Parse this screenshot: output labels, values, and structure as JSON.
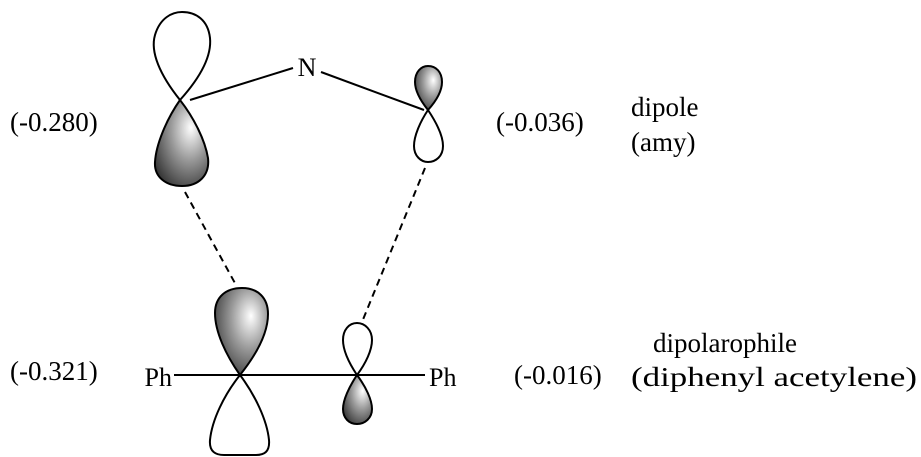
{
  "dipole": {
    "atom_center": "N",
    "left_coefficient": "(-0.280)",
    "right_coefficient": "(-0.036)",
    "title_line1": "dipole",
    "title_line2": "(amy)"
  },
  "dipolarophile": {
    "left_substituent": "Ph",
    "right_substituent": "Ph",
    "left_coefficient": "(-0.321)",
    "right_coefficient": "(-0.016)",
    "title_line1": "dipolarophile",
    "title_line2": "(diphenyl acetylene)"
  },
  "colors": {
    "line": "#000000",
    "lobe_shade_light": "#ffffff",
    "lobe_shade_dark": "#2a2a2a"
  }
}
